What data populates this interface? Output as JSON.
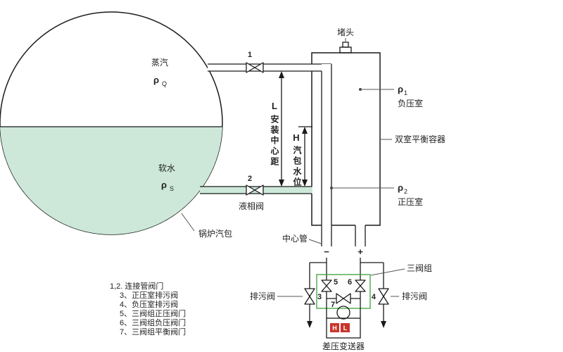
{
  "drum": {
    "steam_label": "蒸汽",
    "rho": "ρ",
    "steam_sub": "Q",
    "water_label": "软水",
    "water_sub": "S",
    "name": "锅炉汽包"
  },
  "pipes": {
    "valve1_num": "1",
    "valve2_num": "2",
    "liquid_valve_label": "液相阀"
  },
  "dims": {
    "l_symbol": "L",
    "l_label": "安装中心距",
    "h_symbol": "H",
    "h_label": "汽包水位"
  },
  "vessel": {
    "plug_label": "堵头",
    "rho": "ρ",
    "neg_sub": "1",
    "neg_chamber_label": "负压室",
    "name": "双室平衡容器",
    "pos_sub": "2",
    "pos_chamber_label": "正压室",
    "center_tube_label": "中心管",
    "minus_sign": "−",
    "plus_sign": "+"
  },
  "manifold": {
    "three_valve_group_label": "三阀组",
    "valve3_num": "3",
    "valve4_num": "4",
    "valve5_num": "5",
    "valve6_num": "6",
    "valve7_num": "7",
    "blowdown_left_label": "排污阀",
    "blowdown_right_label": "排污阀"
  },
  "transmitter": {
    "name": "差压变送器",
    "high_mark": "H",
    "low_mark": "L"
  },
  "legend": {
    "items": [
      "1,2. 连接管阀门",
      "3、正压室排污阀",
      "4、负压室排污阀",
      "5、三阀组正压阀门",
      "6、三阀组负压阀门",
      "7、三阀组平衡阀门"
    ]
  },
  "colors": {
    "water": "#cde8d9",
    "vessel": "#a6b77c",
    "valve_group_green": "#3aa23a",
    "signal_red": "#b5342a",
    "hl_red": "#c9342a"
  }
}
